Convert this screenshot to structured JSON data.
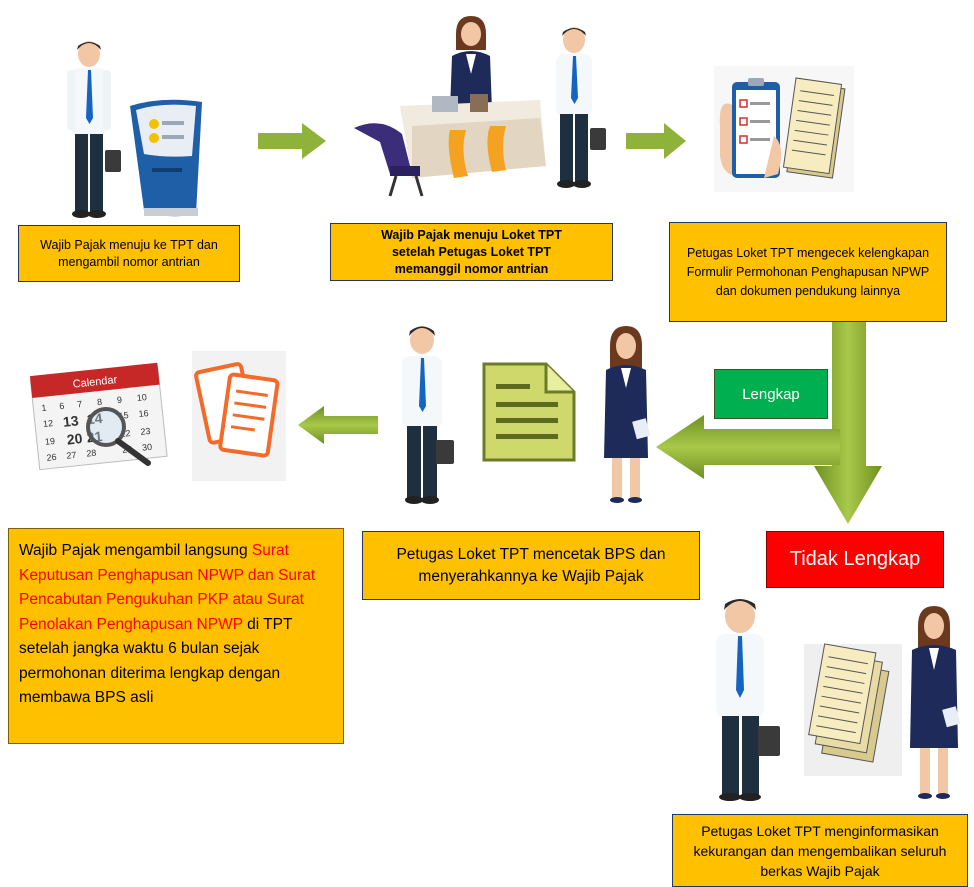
{
  "steps": {
    "step1": "Wajib Pajak menuju ke TPT dan mengambil nomor antrian",
    "step2": "Wajib Pajak menuju Loket TPT setelah Petugas Loket TPT memanggil nomor antrian",
    "step3": "Petugas Loket TPT mengecek kelengkapan Formulir Permohonan Penghapusan NPWP dan dokumen pendukung lainnya",
    "step4": "Petugas Loket TPT mencetak BPS dan menyerahkannya ke Wajib Pajak",
    "step5": "Petugas Loket TPT menginformasikan kekurangan dan mengembalikan seluruh berkas Wajib Pajak"
  },
  "final": {
    "p1": "Wajib Pajak mengambil langsung ",
    "p2_red": "Surat Keputusan Penghapusan NPWP dan Surat Pencabutan Pengukuhan PKP atau Surat Penolakan Penghapusan NPWP",
    "p3": " di TPT setelah jangka waktu 6 bulan sejak permohonan diterima lengkap dengan membawa BPS asli"
  },
  "labels": {
    "lengkap": "Lengkap",
    "tidak_lengkap": "Tidak Lengkap",
    "calendar": "Calendar"
  },
  "colors": {
    "box": "#ffc000",
    "arrow": "#8fb23a",
    "lengkap": "#00b050",
    "tidak_lengkap": "#ff0000"
  }
}
